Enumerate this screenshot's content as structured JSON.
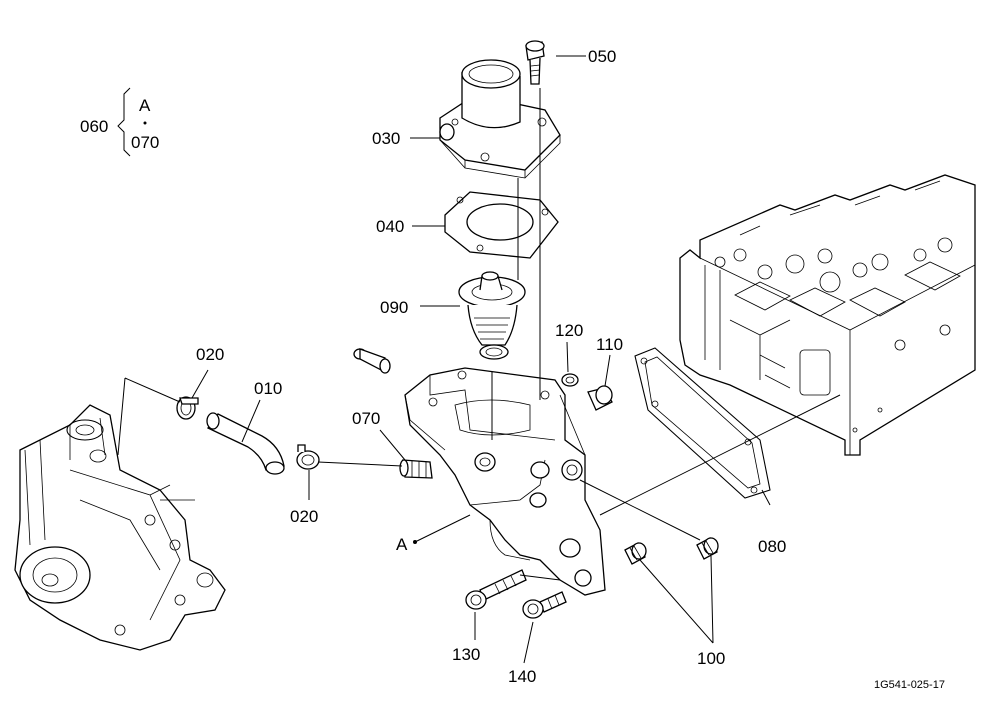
{
  "figure_code": "1G541-025-17",
  "callouts": {
    "p010": "010",
    "p020_upper": "020",
    "p020_lower": "020",
    "p030": "030",
    "p040": "040",
    "p050": "050",
    "p060": "060",
    "p070_legend": "070",
    "p070": "070",
    "p080": "080",
    "p090": "090",
    "p100": "100",
    "p110": "110",
    "p120": "120",
    "p130": "130",
    "p140": "140",
    "ref_a_legend": "A",
    "ref_a": "A"
  }
}
